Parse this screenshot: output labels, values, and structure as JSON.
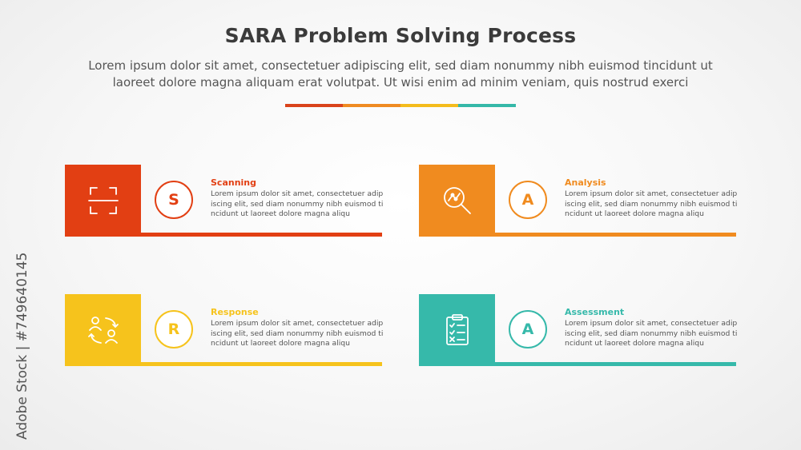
{
  "title": "SARA Problem Solving Process",
  "subtitle_line1": "Lorem ipsum dolor sit amet, consectetuer adipiscing elit, sed diam nonummy nibh euismod tincidunt ut",
  "subtitle_line2": "laoreet dolore magna aliquam erat volutpat. Ut wisi enim ad minim veniam, quis nostrud exerci",
  "divider_colors": [
    "#d9431b",
    "#ef8b22",
    "#f4bc1c",
    "#35b8a8"
  ],
  "steps": [
    {
      "letter": "S",
      "title": "Scanning",
      "color": "#e23f13",
      "icon": "scan-frame-icon",
      "desc": "Lorem ipsum dolor sit amet, consectetuer adip iscing elit, sed diam nonummy nibh euismod ti ncidunt ut laoreet dolore magna aliqu"
    },
    {
      "letter": "A",
      "title": "Analysis",
      "color": "#f08b1f",
      "icon": "magnifier-chart-icon",
      "desc": "Lorem ipsum dolor sit amet, consectetuer adip iscing elit, sed diam nonummy nibh euismod ti ncidunt ut laoreet dolore magna aliqu"
    },
    {
      "letter": "R",
      "title": "Response",
      "color": "#f6c31c",
      "icon": "people-exchange-icon",
      "desc": "Lorem ipsum dolor sit amet, consectetuer adip iscing elit, sed diam nonummy nibh euismod ti ncidunt ut laoreet dolore magna aliqu"
    },
    {
      "letter": "A",
      "title": "Assessment",
      "color": "#36b9aa",
      "icon": "clipboard-checklist-icon",
      "desc": "Lorem ipsum dolor sit amet, consectetuer adip iscing elit, sed diam nonummy nibh euismod ti ncidunt ut laoreet dolore magna aliqu"
    }
  ],
  "watermark": "Adobe Stock | #749640145"
}
